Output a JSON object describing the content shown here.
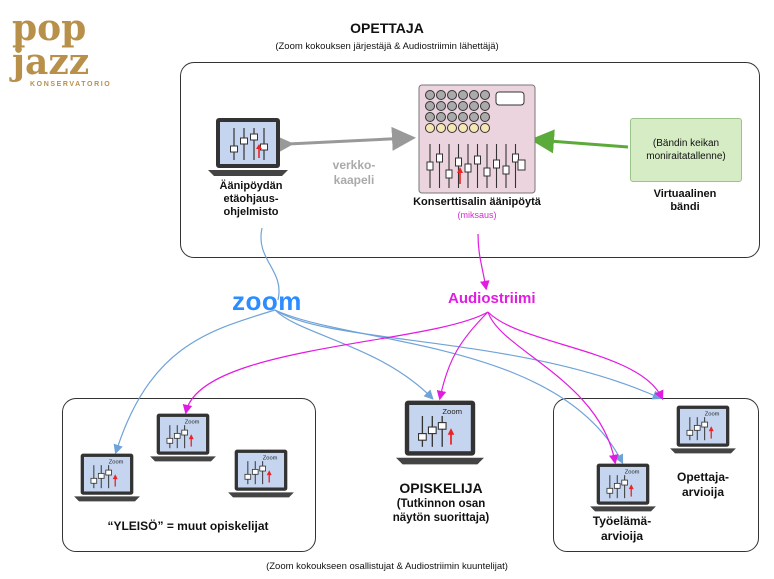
{
  "logo": {
    "line1": "pop",
    "line2": "jazz",
    "subtitle": "KONSERVATORIO"
  },
  "teacher": {
    "title": "OPETTAJA",
    "subtitle": "(Zoom kokouksen järjestäjä & Audiostriimin lähettäjä)"
  },
  "laptop_software": {
    "l1": "Äänipöydän",
    "l2": "etäohjaus-",
    "l3": "ohjelmisto"
  },
  "cable": {
    "l1": "verkko-",
    "l2": "kaapeli"
  },
  "mixer": {
    "label": "Konserttisalin äänipöytä",
    "sublabel": "(miksaus)"
  },
  "band": {
    "box_l1": "(Bändin keikan",
    "box_l2": "moniraitatallenne)",
    "l1": "Virtuaalinen",
    "l2": "bändi"
  },
  "zoom_logo": "zoom",
  "audiostream": "Audiostriimi",
  "screen_tag": "Zoom",
  "audience": {
    "label": "“YLEISÖ” = muut opiskelijat"
  },
  "student": {
    "title": "OPISKELIJA",
    "l1": "(Tutkinnon osan",
    "l2": "näytön suorittaja)"
  },
  "evaluators": {
    "teacher_l1": "Opettaja-",
    "teacher_l2": "arvioija",
    "work_l1": "Työelämä-",
    "work_l2": "arvioija"
  },
  "footer": "(Zoom kokoukseen osallistujat & Audiostriimin kuuntelijat)",
  "colors": {
    "zoom_blue": "#2D8CFF",
    "audio_magenta": "#E21BE2",
    "band_green": "#d6ecc4",
    "arrow_green": "#5bab3a",
    "mixer_pink": "#ecd4de",
    "logo_gold": "#b8904a"
  }
}
